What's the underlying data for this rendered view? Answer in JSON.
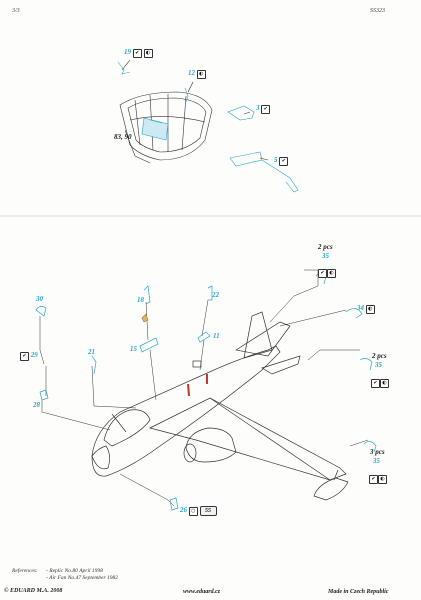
{
  "header": {
    "page": "3/3",
    "code": "SS323"
  },
  "labels": {
    "p19": "19",
    "p12": "12",
    "p3": "3",
    "p5": "5",
    "p8390": "83, 90",
    "pcs1": "2 pcs",
    "p35a": "35",
    "p34": "34",
    "pcs2": "2 pcs",
    "p35b": "35",
    "pcs3": "3 pcs",
    "p35c": "35",
    "p30": "30",
    "p29": "29",
    "p28": "28",
    "p21": "21",
    "p18": "18",
    "p15": "15",
    "p22": "22",
    "p11": "11",
    "p26": "26",
    "p55": "55"
  },
  "glyphs": {
    "check": "✔",
    "moon": "◐",
    "circle": "○"
  },
  "references": {
    "title": "References:",
    "line1": "- Replic No.80 April 1998",
    "line2": "- Air Fan No.47 September 1982"
  },
  "footer": {
    "left": "© EDUARD  M.A. 2008",
    "center": "www.eduard.cz",
    "right": "Made in Czech Republic"
  }
}
